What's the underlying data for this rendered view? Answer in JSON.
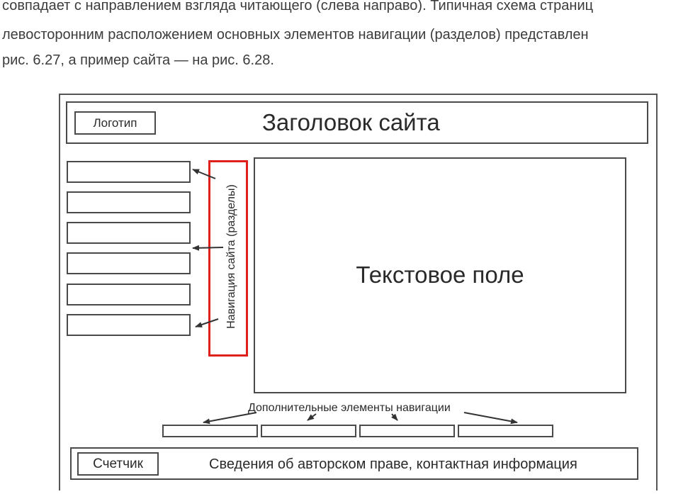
{
  "intro_text": {
    "line1": "совпадает с направлением взгляда читающего (слева направо). Типичная схема страниц",
    "line2": "левосторонним расположением основных элементов навигации (разделов) представлен",
    "line3": "рис. 6.27, а пример сайта — на рис. 6.28."
  },
  "diagram": {
    "logo_label": "Логотип",
    "site_title": "Заголовок сайта",
    "nav_label": "Навигация сайта (разделы)",
    "text_area_label": "Текстовое поле",
    "extra_nav_label": "Дополнительные элементы навигации",
    "counter_label": "Счетчик",
    "footer_info": "Сведения об авторском праве, контактная информация",
    "nav_items_count": 6,
    "extra_nav_items_count": 4,
    "highlight_color": "#e0201b"
  }
}
